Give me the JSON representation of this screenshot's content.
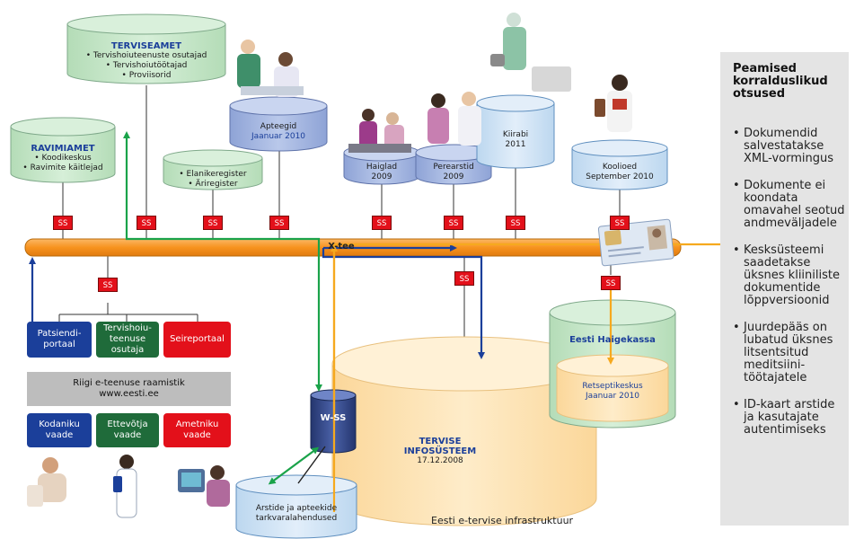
{
  "terviseamet": {
    "title": "TERVISEAMET",
    "lines": [
      "• Tervishoiuteenuste osutajad",
      "• Tervishoiutöötajad",
      "• Proviisorid"
    ]
  },
  "ravimiamet": {
    "title": "RAVIMIAMET",
    "lines": [
      "• Koodikeskus",
      "• Ravimite käitlejad"
    ]
  },
  "registers": {
    "lines": [
      "• Elanikeregister",
      "• Äriregister"
    ]
  },
  "apteegid": {
    "name": "Apteegid",
    "date": "Jaanuar 2010"
  },
  "haiglad": {
    "name": "Haiglad",
    "date": "2009"
  },
  "perearstid": {
    "name": "Perearstid",
    "date": "2009"
  },
  "kiirabi": {
    "name": "Kiirabi",
    "date": "2011"
  },
  "kooliod": {
    "name": "Koolioed",
    "date": "September 2010"
  },
  "ss_label": "SS",
  "xtee_label": "X-tee",
  "portals": {
    "patsiendi": "Patsiendi-portaal",
    "tervishoiuteenuse": "Tervishoiu-teenuse osutaja",
    "seireportaal": "Seireportaal"
  },
  "raamistik": {
    "name": "Riigi e-teenuse raamistik",
    "url": "www.eesti.ee"
  },
  "views": {
    "kodaniku": "Kodaniku vaade",
    "ettevotja": "Ettevõtja vaade",
    "ametniku": "Ametniku vaade"
  },
  "wss_label": "W-SS",
  "tervise": {
    "name": "TERVISE INFOSÜSTEEM",
    "date": "17.12.2008"
  },
  "haigekassa": {
    "name": "Eesti Haigekassa"
  },
  "retseptikeskus": {
    "name": "Retseptikeskus",
    "date": "Jaanuar 2010"
  },
  "tarkvara": {
    "name": "Arstide ja apteekide tarkvaralahendused"
  },
  "caption": "Eesti e-tervise infrastruktuur",
  "side_panel": {
    "title": "Peamised korralduslikud otsused",
    "bullets": [
      "Dokumendid salvestatakse XML-vormingus",
      "Dokumente ei koondata omavahel seotud andmeväljadele",
      "Kesksüsteemi saadetakse üksnes kliiniliste dokumentide lõppversioonid",
      "Juurdepääs on lubatud üksnes litsentsitud meditsiini-töötajatele",
      "ID-kaart arstide ja kasutajate autentimiseks"
    ]
  },
  "colors": {
    "green_cyl": "#c6e6c8",
    "blue_cyl": "#9fb2dd",
    "light_blue_cyl": "#cfe3f4",
    "orange_cyl": "#fde2b2",
    "bus": "#f7931e",
    "ss_red": "#e3101a",
    "portal_blue": "#1b3f9a",
    "portal_green": "#1f6b3a",
    "portal_red": "#e3101a"
  }
}
